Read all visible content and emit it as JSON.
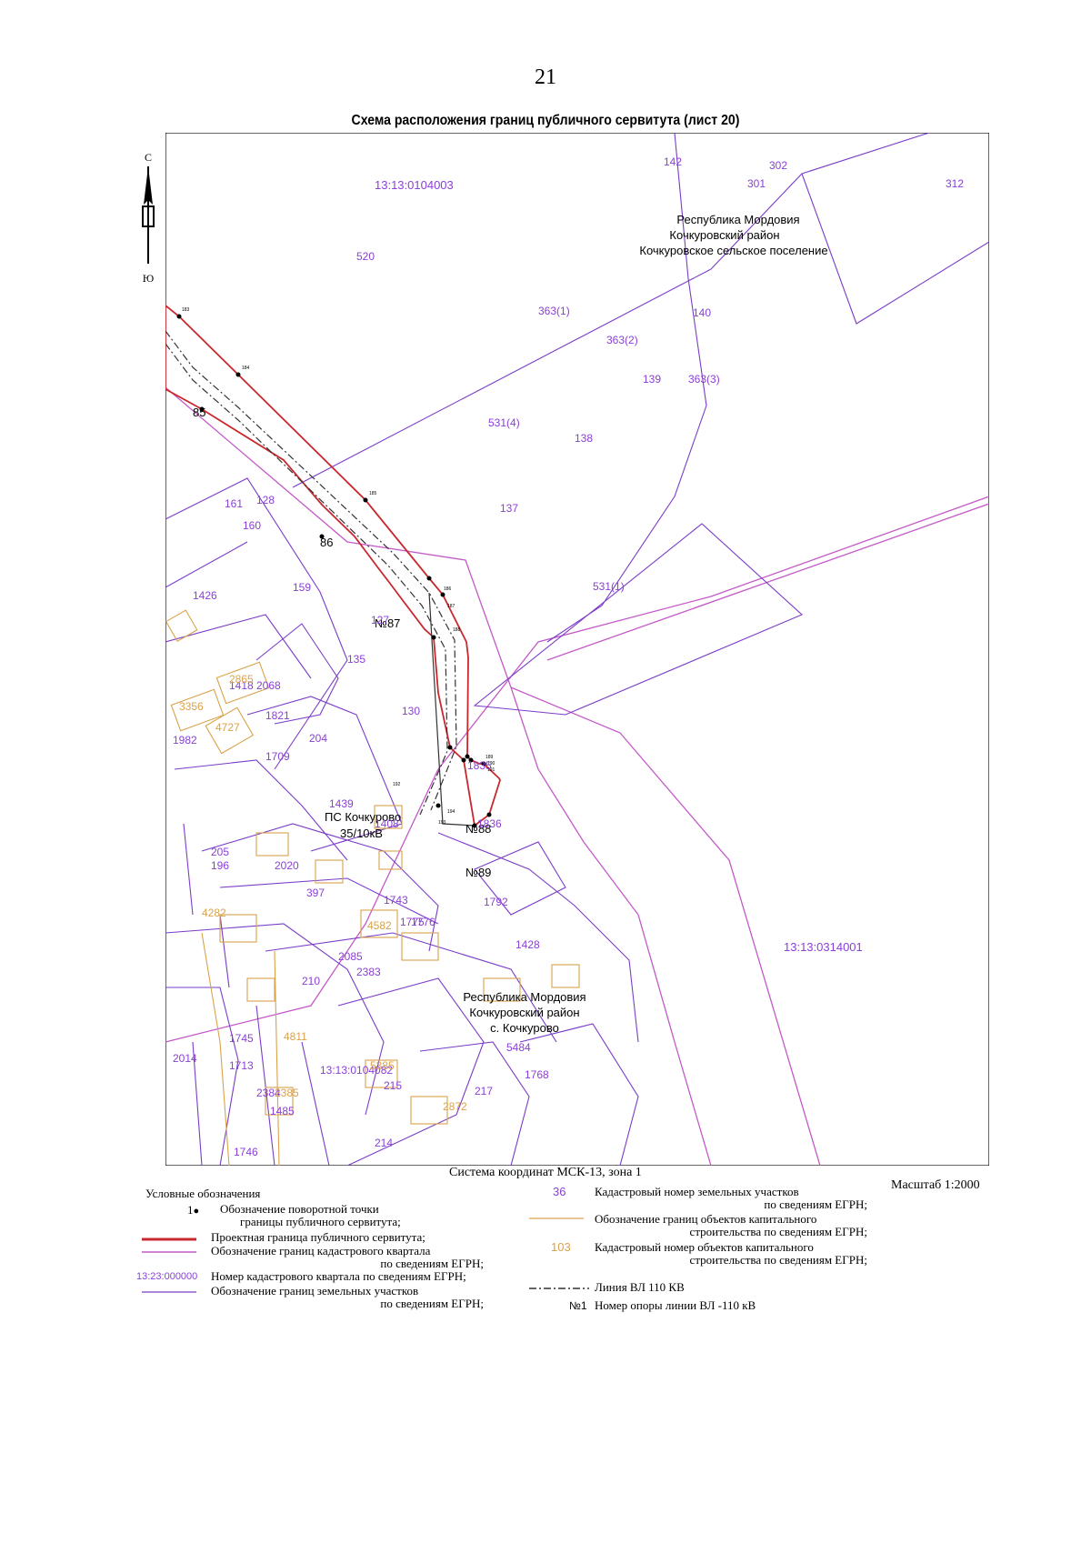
{
  "page_number": "21",
  "title": "Схема расположения границ публичного сервитута (лист 20)",
  "compass": {
    "north": "С",
    "south": "Ю"
  },
  "colors": {
    "servitude_boundary": "#c8282d",
    "quarter_boundary": "#c35ac8",
    "parcel_boundary": "#7a3cc8",
    "capital_objects": "#d9a24a",
    "cadastral_text": "#8a3fd6",
    "vl_line": "#333333"
  },
  "map": {
    "quarters": [
      "13:13:0104003",
      "13:13:0314001",
      "13:13:0104082"
    ],
    "region_north": [
      "Республика Мордовия",
      "Кочкуровский район",
      "Кочкуровское сельское поселение"
    ],
    "region_south": [
      "Республика Мордовия",
      "Кочкуровский район",
      "с. Кочкурово"
    ],
    "substation": [
      "ПС Кочкурово",
      "35/10кВ"
    ],
    "towers": [
      "85",
      "86",
      "№87",
      "№88",
      "№89"
    ],
    "parcels": [
      "142",
      "302",
      "301",
      "312",
      "520",
      "363(1)",
      "140",
      "363(2)",
      "139",
      "363(3)",
      "531(4)",
      "138",
      "137",
      "531(1)",
      "161",
      "128",
      "160",
      "159",
      "1426",
      "127",
      "135",
      "2068",
      "1418",
      "1821",
      "204",
      "1982",
      "130",
      "1709",
      "1835",
      "1439",
      "1408",
      "1836",
      "2085",
      "1743",
      "1792",
      "1776",
      "1775",
      "1428",
      "2383",
      "210",
      "1745",
      "1713",
      "2014",
      "5484",
      "1768",
      "215",
      "217",
      "2384",
      "1485",
      "1746",
      "214",
      "205",
      "196",
      "397",
      "2020"
    ],
    "capital": [
      "2865",
      "3356",
      "4727",
      "4282",
      "5385",
      "4582",
      "4811",
      "2385",
      "2872"
    ],
    "point_marks": [
      "183",
      "184",
      "185",
      "186",
      "187",
      "188",
      "189",
      "190",
      "191",
      "192",
      "193",
      "194"
    ]
  },
  "coord_system": "Система координат МСК-13, зона 1",
  "scale": "Масштаб 1:2000",
  "legend": {
    "title": "Условные обозначения",
    "turn_point_symbol": "1",
    "turn_point": [
      "Обозначение поворотной точки",
      "границы публичного сервитута;"
    ],
    "servitude": "Проектная граница публичного сервитута;",
    "quarter_bounds": [
      "Обозначение границ кадастрового квартала",
      "по сведениям ЕГРН;"
    ],
    "quarter_num_symbol": "13:23:000000",
    "quarter_num": "Номер кадастрового квартала по сведениям ЕГРН;",
    "parcel_bounds": [
      "Обозначение границ земельных участков",
      "по сведениям ЕГРН;"
    ],
    "parcel_num_symbol": "36",
    "parcel_num": [
      "Кадастровый номер земельных участков",
      "по сведениям ЕГРН;"
    ],
    "capital_bounds": [
      "Обозначение границ объектов капитального",
      "строительства по сведениям ЕГРН;"
    ],
    "capital_num_symbol": "103",
    "capital_num": [
      "Кадастровый номер объектов капитального",
      "строительства по сведениям ЕГРН;"
    ],
    "vl_line": "Линия ВЛ 110 КВ",
    "tower_num_symbol": "№1",
    "tower_num": "Номер опоры линии ВЛ -110 кВ"
  }
}
